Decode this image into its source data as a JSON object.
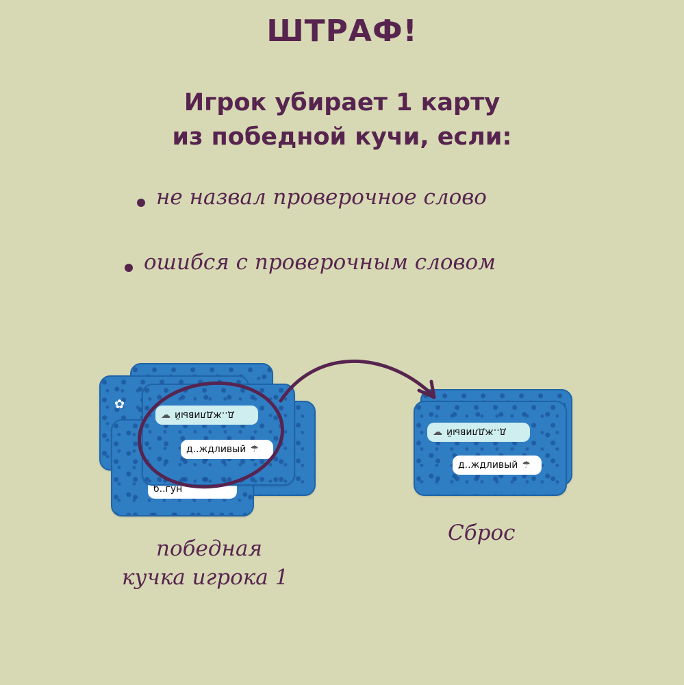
{
  "title": "ШТРАФ!",
  "subtitle_line1": "Игрок убирает 1 карту",
  "subtitle_line2": "из победной кучи, если:",
  "conditions": [
    "не назвал проверочное слово",
    "ошибся с проверочным словом"
  ],
  "cards": {
    "word_upside_down": "д..ждливый",
    "word": "д..ждливый",
    "partial_word": "б..гун"
  },
  "labels": {
    "pile_line1": "победная",
    "pile_line2": "кучка игрока 1",
    "discard": "Сброс"
  },
  "colors": {
    "background": "#d7d9b4",
    "text": "#57244f",
    "card": "#2f7ec4",
    "pill_light": "#cfeef0"
  },
  "icons": [
    "cloud-icon",
    "rain-cloud-icon",
    "animal-icon"
  ]
}
